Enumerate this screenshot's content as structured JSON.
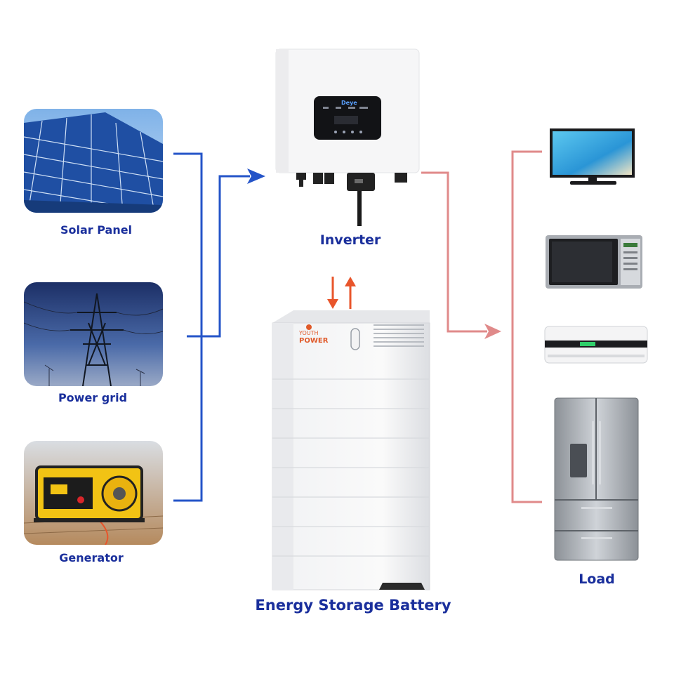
{
  "labels": {
    "solar_panel": "Solar Panel",
    "power_grid": "Power grid",
    "generator": "Generator",
    "inverter": "Inverter",
    "battery": "Energy Storage Battery",
    "load": "Load"
  },
  "product_marks": {
    "inverter_brand": "Deye",
    "battery_brand_line1": "YOUTH",
    "battery_brand_line2": "POWER"
  },
  "colors": {
    "input_line": "#2454c8",
    "output_line": "#e08a8a",
    "label": "#1a2f9c",
    "battery_arrows": "#e8552b"
  },
  "icons": {
    "solar": "solar-panel-photo",
    "grid": "power-grid-tower-photo",
    "generator": "generator-photo",
    "inverter": "inverter-device",
    "battery": "battery-cabinet",
    "tv": "tv-icon",
    "microwave": "microwave-icon",
    "ac": "air-conditioner-icon",
    "fridge": "refrigerator-icon"
  }
}
